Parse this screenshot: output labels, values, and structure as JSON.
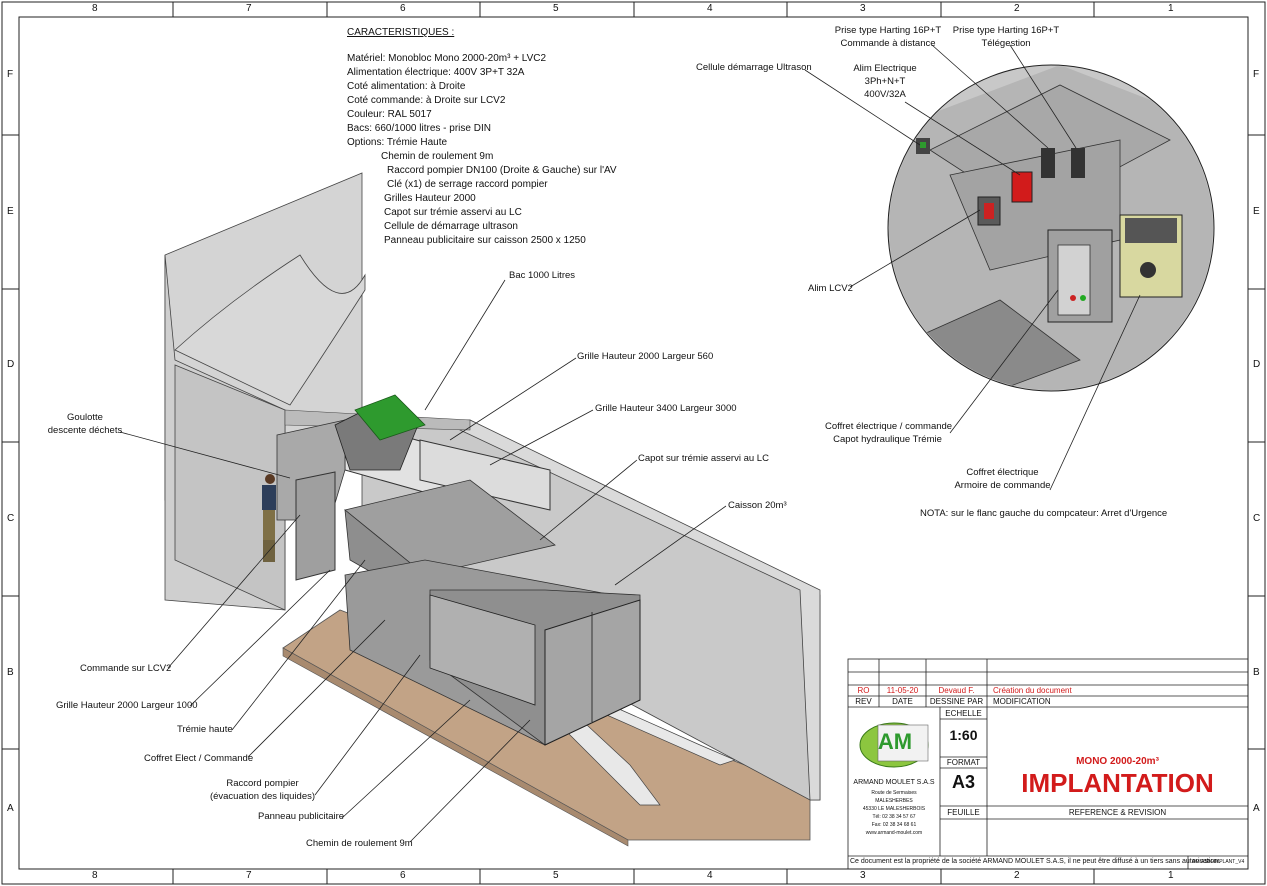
{
  "zones_top": [
    "8",
    "7",
    "6",
    "5",
    "4",
    "3",
    "2",
    "1"
  ],
  "zones_side": [
    "F",
    "E",
    "D",
    "C",
    "B",
    "A"
  ],
  "specs": {
    "title": "CARACTERISTIQUES :",
    "lines": [
      "Matériel: Monobloc Mono 2000-20m³ + LVC2",
      "Alimentation électrique: 400V 3P+T 32A",
      "Coté alimentation: à Droite",
      "Coté commande: à Droite sur LCV2",
      "Couleur: RAL 5017",
      "Bacs: 660/1000 litres - prise DIN",
      "Options: Trémie Haute"
    ],
    "options": [
      "Chemin de roulement 9m",
      "Raccord pompier DN100 (Droite & Gauche) sur l'AV",
      "Clé (x1) de serrage raccord pompier",
      "Grilles Hauteur 2000",
      "Capot sur trémie asservi au LC",
      "Cellule de démarrage ultrason",
      "Panneau publicitaire sur caisson 2500 x 1250"
    ]
  },
  "labels": {
    "bac": "Bac 1000 Litres",
    "grille560": "Grille Hauteur 2000 Largeur 560",
    "grille3000": "Grille Hauteur 3400 Largeur 3000",
    "capot": "Capot sur trémie asservi au LC",
    "caisson": "Caisson 20m³",
    "goulotte1": "Goulotte",
    "goulotte2": "descente déchets",
    "commande": "Commande sur LCV2",
    "grille1000": "Grille Hauteur 2000 Largeur 1000",
    "tremie": "Trémie haute",
    "coffret": "Coffret Elect / Commande",
    "raccord1": "Raccord pompier",
    "raccord2": "(évacuation des liquides)",
    "panneau": "Panneau publicitaire",
    "chemin": "Chemin de roulement 9m",
    "harting1a": "Prise type Harting 16P+T",
    "harting1b": "Commande à distance",
    "harting2a": "Prise type Harting 16P+T",
    "harting2b": "Télégestion",
    "cellule": "Cellule démarrage Ultrason",
    "alim1": "Alim Electrique",
    "alim2": "3Ph+N+T",
    "alim3": "400V/32A",
    "alimlcv2": "Alim LCV2",
    "coffretcmd1": "Coffret électrique / commande",
    "coffretcmd2": "Capot hydraulique Trémie",
    "armoire1": "Coffret électrique",
    "armoire2": "Armoire de commande",
    "nota": "NOTA: sur le flanc gauche du compcateur: Arret d'Urgence"
  },
  "title_block": {
    "rev": "RO",
    "date": "11-05-20",
    "author": "Devaud F.",
    "modification": "Création du document",
    "h_rev": "REV",
    "h_date": "DATE",
    "h_dessine": "DESSINE PAR",
    "h_modif": "MODIFICATION",
    "h_echelle": "ECHELLE",
    "echelle": "1:60",
    "h_format": "FORMAT",
    "format": "A3",
    "h_feuille": "FEUILLE",
    "h_reference": "REFERENCE & REVISION",
    "logo": "AM",
    "company": "ARMAND MOULET S.A.S",
    "addr1": "Route de Sermaises",
    "addr2": "MALESHERBES",
    "addr3": "45330 LE MALESHERBOIS",
    "tel": "Tél: 02 38 34 57 67",
    "fax": "Fax: 02 38 34 68 61",
    "web": "www.armand-moulet.com",
    "subtitle": "MONO 2000-20m³",
    "title": "IMPLANTATION",
    "footer": "Ce document est la propriété de la société ARMAND MOULET S.A.S, il ne peut être diffusé à un tiers sans autorisation.",
    "ref": "AM-ASM-IMPLANT_V4"
  },
  "colors": {
    "red": "#d21b1b",
    "green": "#2e9a2e",
    "ground": "#c2a386",
    "wall": "#d4d4d4",
    "machine": "#9a9a9a"
  }
}
